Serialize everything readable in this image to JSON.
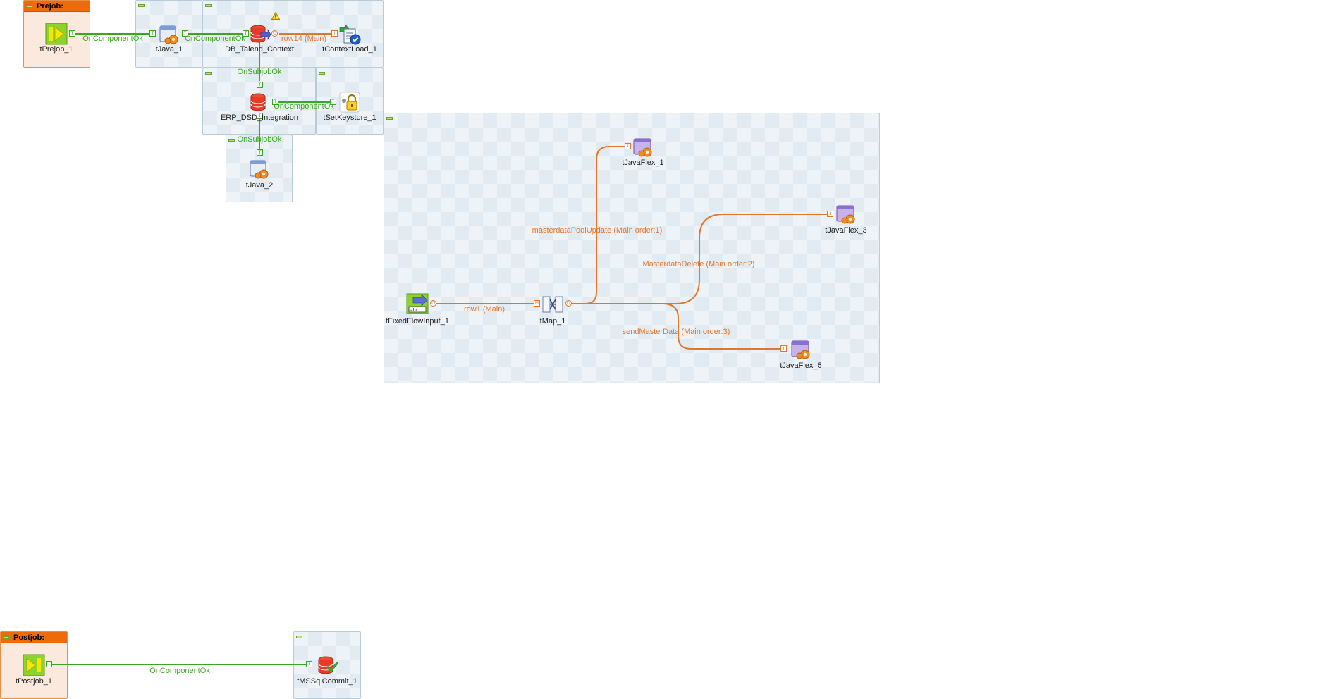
{
  "subjobs": {
    "prejob_title": "Prejob:",
    "postjob_title": "Postjob:"
  },
  "components": {
    "tPrejob_1": "tPrejob_1",
    "tJava_1": "tJava_1",
    "DB_Talend_Context": "DB_Talend_Context",
    "tContextLoad_1": "tContextLoad_1",
    "ERP_DSD_Integration": "ERP_DSD_Integration",
    "tSetKeystore_1": "tSetKeystore_1",
    "tJava_2": "tJava_2",
    "tFixedFlowInput_1": "tFixedFlowInput_1",
    "tMap_1": "tMap_1",
    "tJavaFlex_1": "tJavaFlex_1",
    "tJavaFlex_3": "tJavaFlex_3",
    "tJavaFlex_5": "tJavaFlex_5",
    "tPostjob_1": "tPostjob_1",
    "tMSSqlCommit_1": "tMSSqlCommit_1"
  },
  "links": {
    "onComponentOk": "OnComponentOk",
    "onSubjobOk": "OnSubjobOk",
    "row14": "row14 (Main)",
    "row1": "row1 (Main)",
    "masterdataPoolUpdate": "masterdataPoolUpdate (Main order:1)",
    "masterdataDelete": "MasterdataDelete (Main order:2)",
    "sendMasterData": "sendMasterData (Main order:3)"
  },
  "colors": {
    "trigger_link": "#3aa81e",
    "main_link": "#e4762c",
    "subjob_header": "#ee6b0b",
    "subjob_border": "#b7cbd8"
  },
  "icons": {
    "prejob": "prejob-icon",
    "postjob": "postjob-icon",
    "java": "java-component-icon",
    "database": "database-icon",
    "context_load": "context-load-icon",
    "keystore": "keystore-lock-icon",
    "fixed_flow": "fixed-flow-input-icon",
    "map": "tmap-icon",
    "javaflex": "javaflex-icon",
    "commit": "mssql-commit-icon",
    "warning": "warning-icon"
  }
}
